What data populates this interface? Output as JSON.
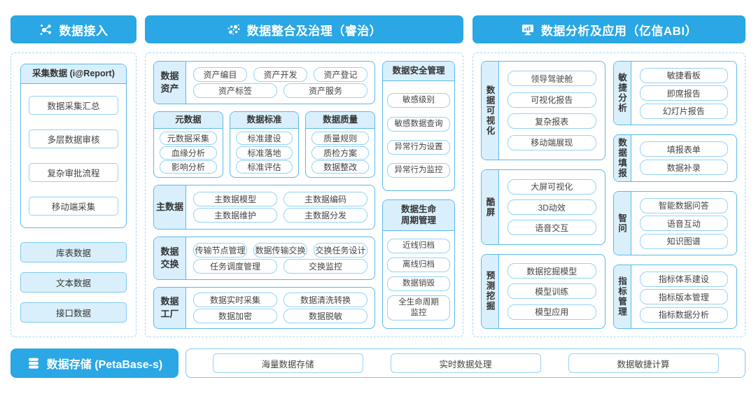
{
  "headers": {
    "access": "数据接入",
    "governance": "数据整合及治理（睿治）",
    "analysis": "数据分析及应用（亿信ABI）",
    "storage": "数据存储 (PetaBase-s)"
  },
  "icons": {
    "access_icon": "network-icon",
    "governance_icon": "dots-cluster-icon",
    "analysis_icon": "monitor-chart-icon",
    "storage_icon": "database-icon"
  },
  "left": {
    "collect_title": "采集数据 (i@Report)",
    "collect_items": [
      "数据采集汇总",
      "多层数据审核",
      "复杂审批流程",
      "移动端采集"
    ],
    "source_items": [
      "库表数据",
      "文本数据",
      "接口数据"
    ]
  },
  "middle": {
    "asset": {
      "label": "数据\n资产",
      "row1": [
        "资产编目",
        "资产开发",
        "资产登记"
      ],
      "row2": [
        "资产标签",
        "资产服务"
      ]
    },
    "groups": [
      {
        "title": "元数据",
        "items": [
          "元数据采集",
          "血缘分析",
          "影响分析"
        ]
      },
      {
        "title": "数据标准",
        "items": [
          "标准建设",
          "标准落地",
          "标准评估"
        ]
      },
      {
        "title": "数据质量",
        "items": [
          "质量规则",
          "质检方案",
          "数据整改"
        ]
      }
    ],
    "master": {
      "label": "主数据",
      "row1": [
        "主数据模型",
        "主数据编码"
      ],
      "row2": [
        "主数据维护",
        "主数据分发"
      ]
    },
    "exchange": {
      "label": "数据\n交换",
      "row1": [
        "传输节点管理",
        "数据传输交换",
        "交换任务设计"
      ],
      "row2": [
        "任务调度管理",
        "交换监控"
      ]
    },
    "factory": {
      "label": "数据\n工厂",
      "row1": [
        "数据实时采集",
        "数据清洗转换"
      ],
      "row2": [
        "数据加密",
        "数据脱敏"
      ]
    },
    "security": {
      "title": "数据安全管理",
      "items": [
        "敏感级别",
        "敏感数据查询",
        "异常行为设置",
        "异常行为监控"
      ]
    },
    "lifecycle": {
      "title": "数据生命\n周期管理",
      "items": [
        "近线归档",
        "离线归档",
        "数据销毁",
        "全生命周期\n监控"
      ]
    }
  },
  "right": {
    "col1": [
      {
        "label": "数据可视化",
        "items": [
          "领导驾驶舱",
          "可视化报告",
          "复杂报表",
          "移动端展现"
        ]
      },
      {
        "label": "酷屏",
        "items": [
          "大屏可视化",
          "3D动效",
          "语音交互"
        ]
      },
      {
        "label": "预测挖掘",
        "items": [
          "数据挖掘模型",
          "模型训练",
          "模型应用"
        ]
      }
    ],
    "col2": [
      {
        "label": "敏捷分析",
        "items": [
          "敏捷看板",
          "即席报告",
          "幻灯片报告"
        ]
      },
      {
        "label": "数据填报",
        "items": [
          "填报表单",
          "数据补录"
        ]
      },
      {
        "label": "智问",
        "items": [
          "智能数据问答",
          "语音互动",
          "知识图谱"
        ]
      },
      {
        "label": "指标管理",
        "items": [
          "指标体系建设",
          "指标版本管理",
          "指标数据分析"
        ]
      }
    ]
  },
  "bottom": {
    "items": [
      "海量数据存储",
      "实时数据处理",
      "数据敏捷计算"
    ]
  },
  "colors": {
    "primary_blue": "#2AA7E4",
    "light_fill": "#D9F0FC",
    "border_strong": "#5BB9EA",
    "border_light": "#93D3F5",
    "dashed_border": "#A3D7F2",
    "text": "#3A3A3A"
  }
}
